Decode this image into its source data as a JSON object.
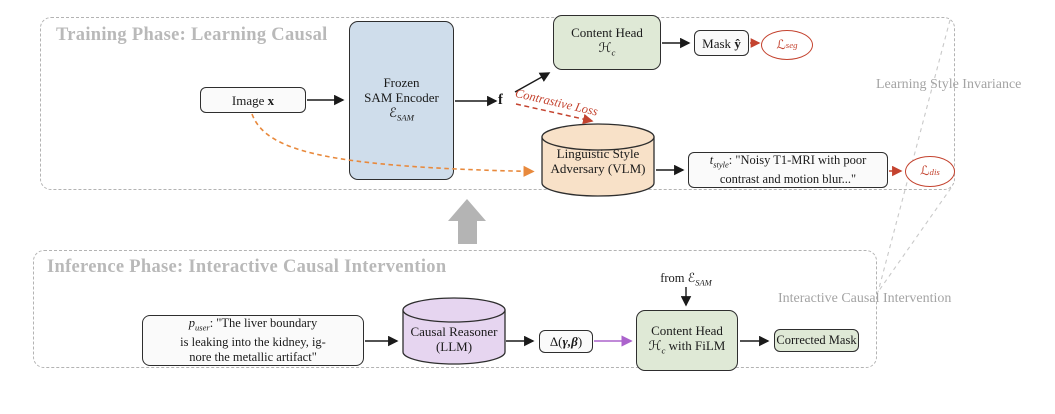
{
  "colors": {
    "red": "#c4432f",
    "orange": "#e8893c",
    "purple": "#ab63cc",
    "blue_box": "#cfddeb",
    "green_box": "#dfe9d6",
    "tan_cyl": "#f8e1c8",
    "purple_cyl": "#e6d5f0",
    "dash_gray": "#b3b3b3",
    "title_gray": "#b9b9b9",
    "label_gray": "#a4a4a4",
    "arrow_gray": "#b4b4b4"
  },
  "training": {
    "title": "Training Phase: Learning Causal",
    "side_label": "Learning Style Invariance",
    "image_box": {
      "prefix": "Image ",
      "var": "x"
    },
    "sam_box": {
      "line1": "Frozen",
      "line2": "SAM Encoder",
      "sym": "ℰ",
      "sym_sub": "SAM"
    },
    "feature": "f",
    "contrastive": "Contrastive Loss",
    "content_head": {
      "line1": "Content Head",
      "sym": "ℋ",
      "sym_sub": "c"
    },
    "mask_box": {
      "prefix": "Mask ",
      "var": "ŷ"
    },
    "loss_seg": {
      "sym": "ℒ",
      "sub": "seg"
    },
    "vlm": {
      "line1": "Linguistic Style",
      "line2": "Adversary (VLM)"
    },
    "style_box": {
      "var": "t",
      "var_sub": "style",
      "line1": ": \"Noisy T1-MRI with poor",
      "line2": "contrast and motion blur...\""
    },
    "loss_dis": {
      "sym": "ℒ",
      "sub": "dis"
    }
  },
  "inference": {
    "title": "Inference Phase: Interactive Causal Intervention",
    "side_label": "Interactive Causal Intervention",
    "prompt_box": {
      "var": "p",
      "var_sub": "user",
      "line1": ": \"The liver boundary",
      "line2": "is leaking into the kidney, ig-",
      "line3": "nore the metallic artifact\""
    },
    "reasoner": {
      "line1": "Causal Reasoner",
      "line2": "(LLM)"
    },
    "delta_box": {
      "open": "Δ(",
      "vars": "γ,β",
      "close": ")"
    },
    "from_sam": {
      "prefix": "from ",
      "sym": "ℰ",
      "sym_sub": "SAM"
    },
    "film_box": {
      "line1": "Content Head",
      "sym": "ℋ",
      "sym_sub": "c",
      "rest": " with FiLM"
    },
    "corrected": "Corrected Mask"
  }
}
